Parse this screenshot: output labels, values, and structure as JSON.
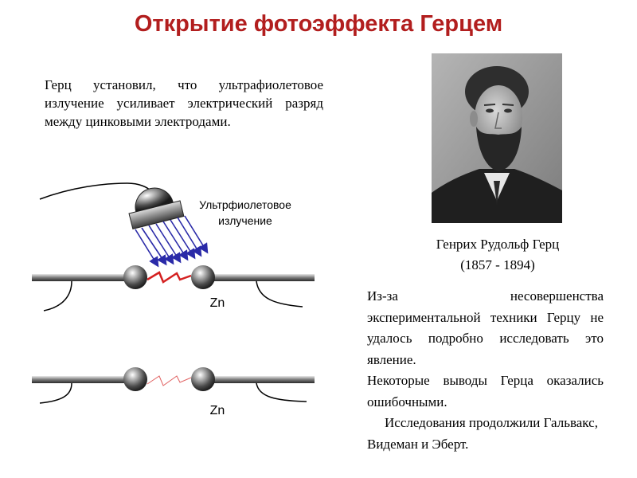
{
  "slide": {
    "title": "Открытие фотоэффекта Герцем",
    "intro_text": "Герц установил, что ультрафиолетовое излучение усиливает электрический разряд между цинковыми электродами.",
    "diagram": {
      "uv_label_line1": "Ультрфиолетовое",
      "uv_label_line2": "излучение",
      "electrode_label_top": "Zn",
      "electrode_label_bottom": "Zn"
    },
    "portrait_caption": {
      "name": "Генрих Рудольф Герц",
      "years": "(1857 - 1894)"
    },
    "story": {
      "paragraph1": "Из-за несовершенства экспериментальной техники Герцу не удалось подробно исследовать это явление.",
      "paragraph2": "Некоторые выводы Герца оказались ошибочными.",
      "paragraph3": "Исследования продолжили Гальвакс, Видеман и Эберт."
    },
    "colors": {
      "title": "#b21e1e",
      "arrows": "#2a2aa8",
      "spark": "#d42020"
    }
  }
}
